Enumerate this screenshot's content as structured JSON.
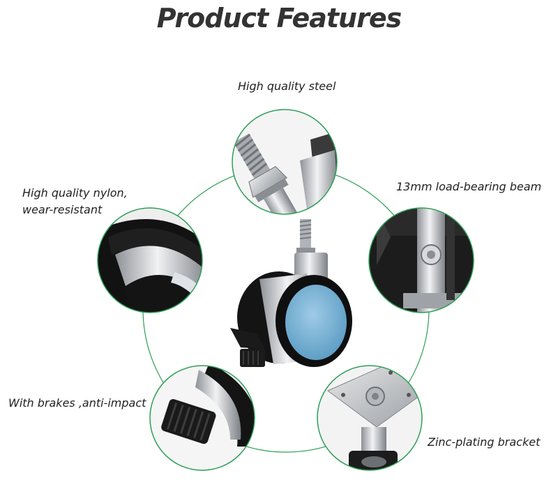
{
  "title": "Product Features",
  "features": [
    {
      "label": "High quality steel"
    },
    {
      "label": "13mm load-bearing beam"
    },
    {
      "label": "Zinc-plating bracket"
    },
    {
      "label": "With brakes ,anti-impact"
    },
    {
      "lines": [
        "High quality nylon,",
        "wear-resistant"
      ]
    }
  ],
  "colors": {
    "ring": "#2e9e57",
    "title": "#333333",
    "wheel_hub": "#7cb6d9",
    "wheel_tire": "#151515",
    "chrome": "#c9ccd0"
  }
}
